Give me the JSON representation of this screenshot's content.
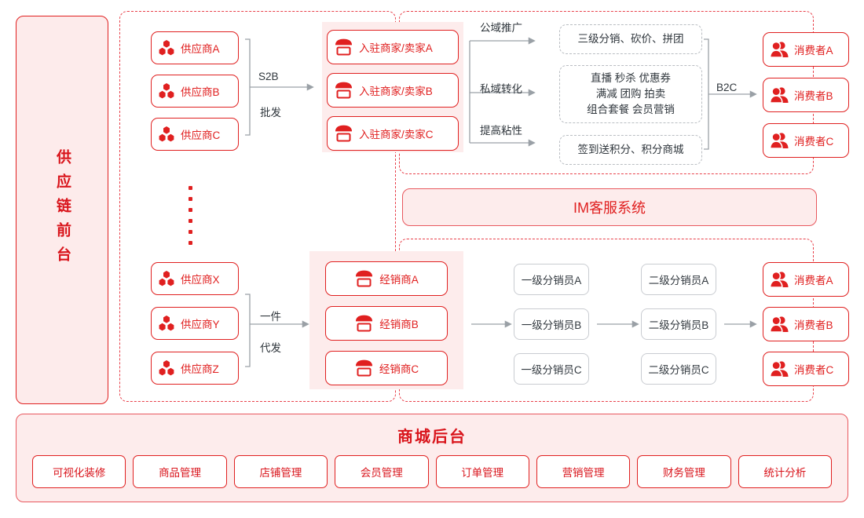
{
  "banner": {
    "label": "供应链前台"
  },
  "colors": {
    "red": "#e02020",
    "red_dark": "#d9151c",
    "pink_fill": "#fdecec",
    "gray_border": "#c9ccd1",
    "gray_text": "#2f363c"
  },
  "top_flow": {
    "suppliers": [
      {
        "label": "供应商A",
        "icon": "hexagons-icon"
      },
      {
        "label": "供应商B",
        "icon": "hexagons-icon"
      },
      {
        "label": "供应商C",
        "icon": "hexagons-icon"
      }
    ],
    "connector": {
      "line1": "S2B",
      "line2": "批发"
    },
    "merchants": [
      {
        "label": "入驻商家/卖家A",
        "icon": "storefront-icon"
      },
      {
        "label": "入驻商家/卖家B",
        "icon": "storefront-icon"
      },
      {
        "label": "入驻商家/卖家C",
        "icon": "storefront-icon"
      }
    ],
    "channels": [
      {
        "label": "公域推广",
        "target": "三级分销、砍价、拼团"
      },
      {
        "label": "私域转化",
        "target": "直播 秒杀 优惠券\n满减 团购 拍卖\n组合套餐 会员营销"
      },
      {
        "label": "提高粘性",
        "target": "签到送积分、积分商城"
      }
    ],
    "targets": [
      "三级分销、砍价、拼团",
      [
        "直播 秒杀 优惠券",
        "满减 团购 拍卖",
        "组合套餐 会员营销"
      ],
      "签到送积分、积分商城"
    ],
    "b2c_label": "B2C",
    "consumers": [
      {
        "label": "消费者A",
        "icon": "users-icon"
      },
      {
        "label": "消费者B",
        "icon": "users-icon"
      },
      {
        "label": "消费者C",
        "icon": "users-icon"
      }
    ]
  },
  "im_system": {
    "label": "IM客服系统"
  },
  "bottom_flow": {
    "suppliers": [
      {
        "label": "供应商X",
        "icon": "hexagons-icon"
      },
      {
        "label": "供应商Y",
        "icon": "hexagons-icon"
      },
      {
        "label": "供应商Z",
        "icon": "hexagons-icon"
      }
    ],
    "connector": {
      "line1": "一件",
      "line2": "代发"
    },
    "dealers": [
      {
        "label": "经销商A",
        "icon": "storefront-icon"
      },
      {
        "label": "经销商B",
        "icon": "storefront-icon"
      },
      {
        "label": "经销商C",
        "icon": "storefront-icon"
      }
    ],
    "level1": [
      "一级分销员A",
      "一级分销员B",
      "一级分销员C"
    ],
    "level2": [
      "二级分销员A",
      "二级分销员B",
      "二级分销员C"
    ],
    "consumers": [
      {
        "label": "消费者A",
        "icon": "users-icon"
      },
      {
        "label": "消费者B",
        "icon": "users-icon"
      },
      {
        "label": "消费者C",
        "icon": "users-icon"
      }
    ]
  },
  "backstage": {
    "title": "商城后台",
    "items": [
      "可视化装修",
      "商品管理",
      "店铺管理",
      "会员管理",
      "订单管理",
      "营销管理",
      "财务管理",
      "统计分析"
    ]
  }
}
